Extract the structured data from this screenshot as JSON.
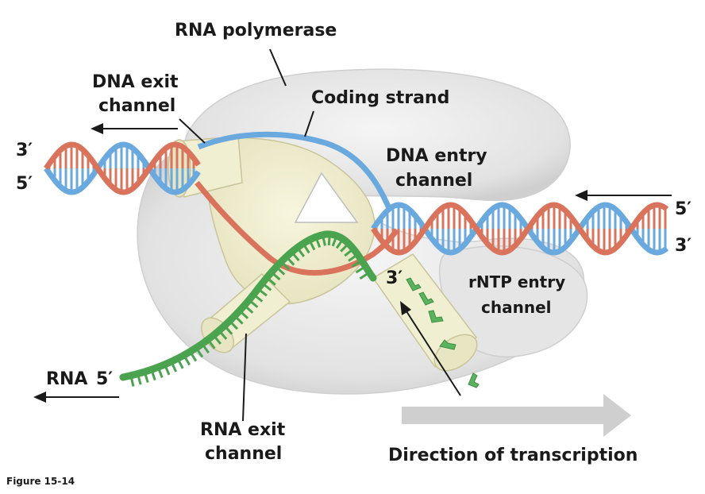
{
  "labels": {
    "rna_polymerase": "RNA polymerase",
    "dna_exit_line1": "DNA exit",
    "dna_exit_line2": "channel",
    "coding_strand": "Coding strand",
    "dna_entry_line1": "DNA entry",
    "dna_entry_line2": "channel",
    "rntp_entry_line1": "rNTP entry",
    "rntp_entry_line2": "channel",
    "rna_exit_line1": "RNA exit",
    "rna_exit_line2": "channel",
    "direction": "Direction of transcription",
    "rna": "RNA",
    "rna_5prime": "5′",
    "left_3prime": "3′",
    "left_5prime": "5′",
    "right_5prime": "5′",
    "right_3prime": "3′",
    "growing_3prime": "3′",
    "figure": "Figure 15-14"
  },
  "colors": {
    "enzyme": "#e6e6e6",
    "channel": "#f1efd2",
    "coding_strand": "#6aa9de",
    "template_strand": "#d9735c",
    "rna": "#4aa34e",
    "arrow_gray": "#cfcfcf"
  }
}
